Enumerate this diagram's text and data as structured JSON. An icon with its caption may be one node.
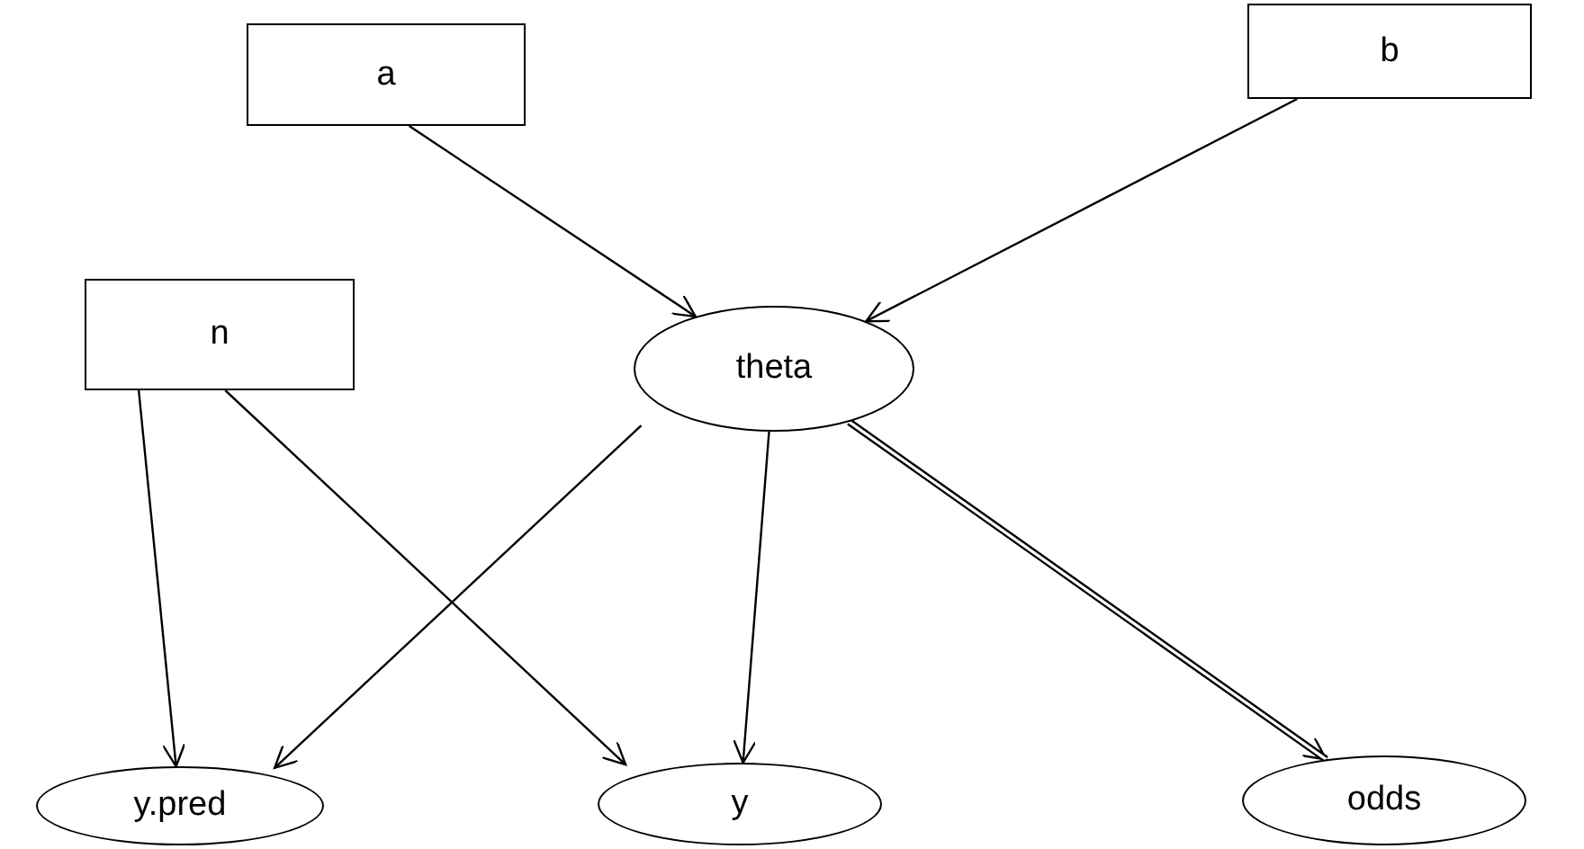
{
  "diagram": {
    "nodes": [
      {
        "text": [
          "a"
        ]
      },
      {
        "text": [
          "b"
        ]
      },
      {
        "text": [
          "n"
        ]
      },
      {
        "text": [
          "theta"
        ]
      },
      {
        "text": [
          "y.pred"
        ]
      },
      {
        "text": [
          "y"
        ]
      },
      {
        "text": [
          "odds"
        ]
      }
    ],
    "edges": [
      {
        "from": 0,
        "to": 3,
        "arrow": "to"
      },
      {
        "from": 1,
        "to": 3,
        "arrow": "to"
      },
      {
        "from": 2,
        "to": 4,
        "arrow": "to"
      },
      {
        "from": 2,
        "to": 5,
        "arrow": "to"
      },
      {
        "from": 3,
        "to": 4,
        "arrow": "to"
      },
      {
        "from": 3,
        "to": 5,
        "arrow": "to"
      },
      {
        "from": 3,
        "to": 6,
        "arrow": "to",
        "style": "thick"
      }
    ]
  }
}
